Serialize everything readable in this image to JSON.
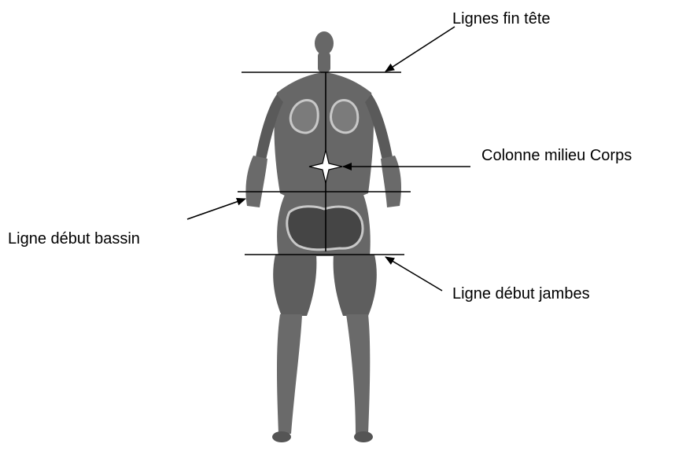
{
  "labels": {
    "head_end_lines": "Lignes fin tête",
    "body_middle_column": "Colonne milieu Corps",
    "pelvis_start_line": "Ligne début bassin",
    "legs_start_line": "Ligne début jambes"
  },
  "colors": {
    "silhouette": "#676767",
    "silhouette_dark": "#454545",
    "silhouette_light": "#8a8a8a",
    "contour": "#c8c8c8",
    "lines": "#000000",
    "star_fill": "#ffffff"
  }
}
